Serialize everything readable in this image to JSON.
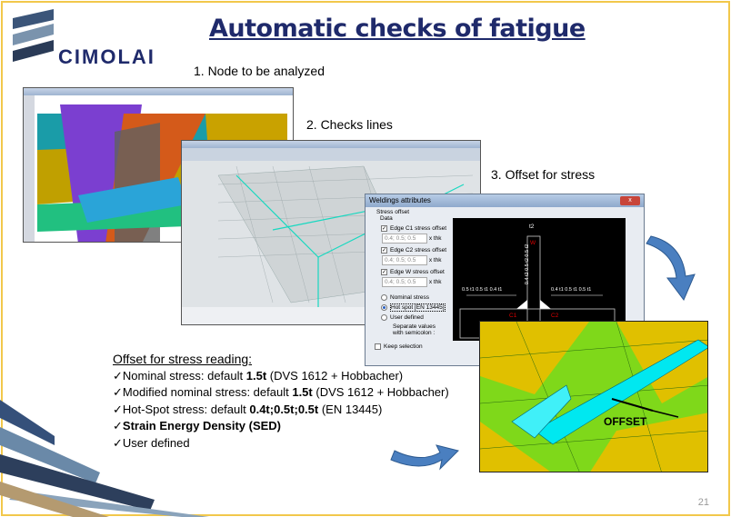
{
  "slide": {
    "title": "Automatic checks of fatigue",
    "logo_text": "CIMOLAI",
    "page_number": "21",
    "steps": [
      "1. Node to be analyzed",
      "2. Checks lines",
      "3. Offset for stress"
    ]
  },
  "dialog": {
    "title": "Weldings attributes",
    "close": "x",
    "group": "Stress offset",
    "subgroup": "Data",
    "edges": [
      {
        "label": "Edge C1 stress offset",
        "value": "0.4; 0.5; 0.5",
        "unit": "x thk"
      },
      {
        "label": "Edge C2 stress offset",
        "value": "0.4; 0.5; 0.5",
        "unit": "x thk"
      },
      {
        "label": "Edge W stress offset",
        "value": "0.4; 0.5; 0.5",
        "unit": "x thk"
      }
    ],
    "radios": [
      "Nominal stress",
      "Hot spot [EN 13445]",
      "User defined"
    ],
    "selected_radio": 1,
    "note": "Separate values with semicolon :",
    "keep_selection": "Keep selection",
    "diagram": {
      "t2": "t2",
      "w": "W",
      "c1": "C1",
      "c2": "C2",
      "left_dims": "0.5 t1 0.5 t1 0.4 t1",
      "right_dims": "0.4 t1 0.5 t1 0.5 t1",
      "vertical_dims": "0.4 t2 0.5 t2 0.5 t2"
    }
  },
  "fem": {
    "offset_label": "OFFSET"
  },
  "notes": {
    "heading": "Offset for stress reading:",
    "items": [
      {
        "pre": "Nominal stress: default ",
        "bold": "1.5t",
        "post": "  (DVS 1612 + Hobbacher)"
      },
      {
        "pre": "Modified nominal stress: default ",
        "bold": "1.5t",
        "post": "  (DVS 1612 + Hobbacher)"
      },
      {
        "pre": "Hot-Spot stress: default ",
        "bold": "0.4t;0.5t;0.5t",
        "post": " (EN 13445)"
      },
      {
        "pre": "",
        "bold": "Strain Energy Density (SED)",
        "post": ""
      },
      {
        "pre": "User defined",
        "bold": "",
        "post": ""
      }
    ],
    "check": "✓"
  },
  "colors": {
    "title": "#1f2a6b",
    "border": "#f2c84b",
    "arrow": "#4a7fc0"
  }
}
